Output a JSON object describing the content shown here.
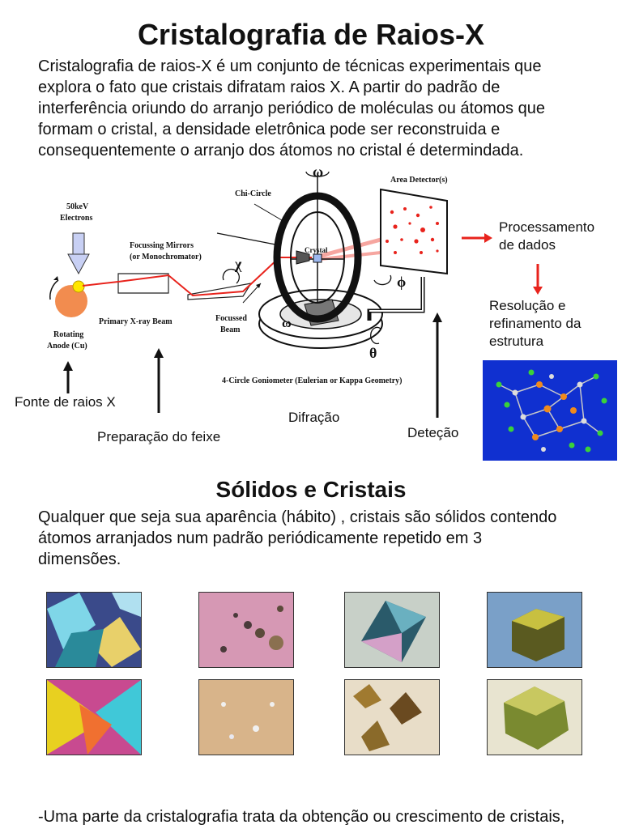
{
  "header": {
    "title": "Cristalografia de Raios-X",
    "intro": [
      "Cristalografia de raios-X é um conjunto de técnicas experimentais que",
      "explora o fato que cristais difratam raios X. A partir do padrão de",
      "interferência  oriundo do arranjo periódico de moléculas ou átomos que",
      "formam o cristal, a densidade eletrônica pode ser reconstruida e",
      "consequentemente o arranjo dos átomos no cristal é determindada."
    ]
  },
  "diagram": {
    "electrons": "50keV",
    "electrons2": "Electrons",
    "anode1": "Rotating",
    "anode2": "Anode (Cu)",
    "mirrors1": "Focussing Mirrors",
    "mirrors2": "(or Monochromator)",
    "primary_beam": "Primary X-ray Beam",
    "focussed1": "Focussed",
    "focussed2": "Beam",
    "chi_circle": "Chi-Circle",
    "crystal": "Crystal",
    "area_detector": "Area Detector(s)",
    "goniometer": "4-Circle Goniometer (Eulerian or Kappa Geometry)",
    "omega_top": "ω",
    "omega": "ω",
    "chi": "χ",
    "phi": "ϕ",
    "theta": "θ"
  },
  "labels": {
    "source": "Fonte de raios X",
    "beam_prep": "Preparação do feixe",
    "diffraction": "Difração",
    "detection": "Deteção",
    "processing1": "Processamento",
    "processing2": "de dados",
    "resolution1": "Resolução e",
    "resolution2": "refinamento da",
    "resolution3": "estrutura"
  },
  "section2": {
    "title": "Sólidos e Cristais",
    "text": [
      "Qualquer que seja sua aparência (hábito) , cristais são sólidos contendo",
      "átomos arranjados num padrão periódicamente repetido em 3",
      "dimensões."
    ]
  },
  "footer": {
    "text": "-Uma parte da cristalografia trata da obtenção ou crescimento de cristais,"
  },
  "colors": {
    "arrow_red": "#e8231c",
    "anode_orange": "#f28c4f",
    "structure_bg": "#1030d0"
  }
}
